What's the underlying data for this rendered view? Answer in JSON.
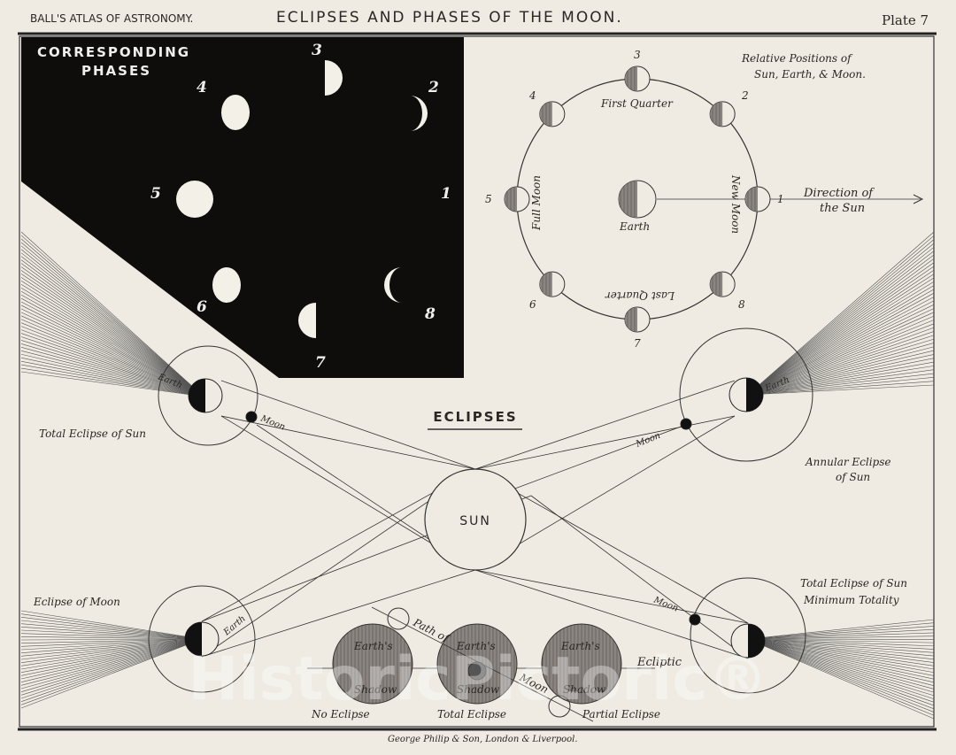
{
  "header": {
    "atlas": "BALL'S ATLAS OF ASTRONOMY.",
    "title": "ECLIPSES AND PHASES OF THE MOON.",
    "plate": "Plate 7"
  },
  "phases_panel": {
    "title_line1": "CORRESPONDING",
    "title_line2": "PHASES",
    "numbers": [
      "1",
      "2",
      "3",
      "4",
      "5",
      "6",
      "7",
      "8"
    ]
  },
  "orbit": {
    "title_line1": "Relative Positions of",
    "title_line2": "Sun, Earth, & Moon.",
    "first_quarter": "First Quarter",
    "last_quarter": "Last Quarter",
    "full_moon": "Full Moon",
    "new_moon": "New Moon",
    "earth": "Earth",
    "direction_line1": "Direction of",
    "direction_line2": "the Sun",
    "numbers": [
      "1",
      "2",
      "3",
      "4",
      "5",
      "6",
      "7",
      "8"
    ]
  },
  "eclipses": {
    "heading": "ECLIPSES",
    "sun": "SUN",
    "total_sun": "Total Eclipse of Sun",
    "annular_line1": "Annular Eclipse",
    "annular_line2": "of Sun",
    "eclipse_moon": "Eclipse of Moon",
    "total_min_line1": "Total Eclipse of Sun",
    "total_min_line2": "Minimum Totality",
    "earth": "Earth",
    "moon": "Moon"
  },
  "shadow_row": {
    "earths": "Earth's",
    "shadow": "Shadow",
    "path_of": "Path of",
    "moon": "Moon",
    "ecliptic": "Ecliptic",
    "no_eclipse": "No Eclipse",
    "total_eclipse": "Total Eclipse",
    "partial_eclipse": "Partial Eclipse"
  },
  "footer": {
    "publisher": "George Philip & Son, London & Liverpool."
  },
  "watermark": "HistoricPictoric®"
}
